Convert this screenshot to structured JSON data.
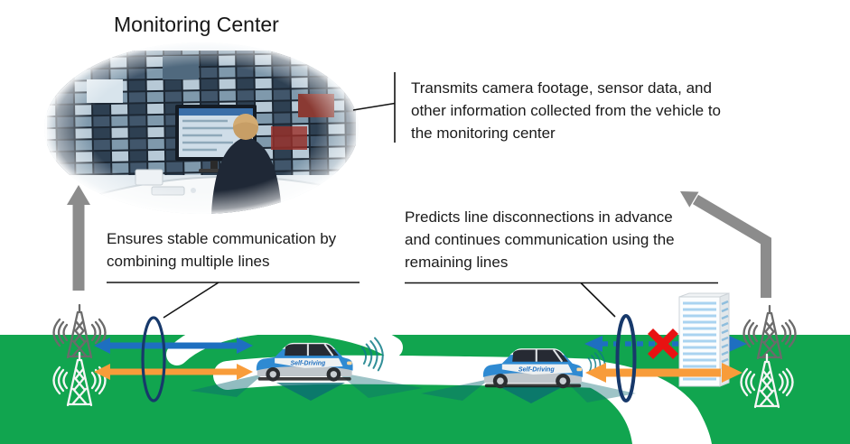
{
  "title": "Monitoring Center",
  "callouts": {
    "transmits": [
      "Transmits camera footage, sensor data, and",
      "other information collected from the vehicle to",
      "the monitoring center"
    ],
    "ensures": [
      "Ensures stable communication by",
      "combining multiple lines"
    ],
    "predicts": [
      "Predicts line disconnections in advance",
      "and continues communication using the",
      "remaining lines"
    ]
  },
  "scene": {
    "vehicle_label": "Self-Driving",
    "colors": {
      "ground_green": "#11a54f",
      "link_blue": "#1e6fc0",
      "link_orange": "#f89c3a",
      "ring_navy": "#17396b",
      "disconnect_red": "#e81212",
      "uplink_gray": "#8c8c8c",
      "callout_black": "#141414"
    }
  }
}
